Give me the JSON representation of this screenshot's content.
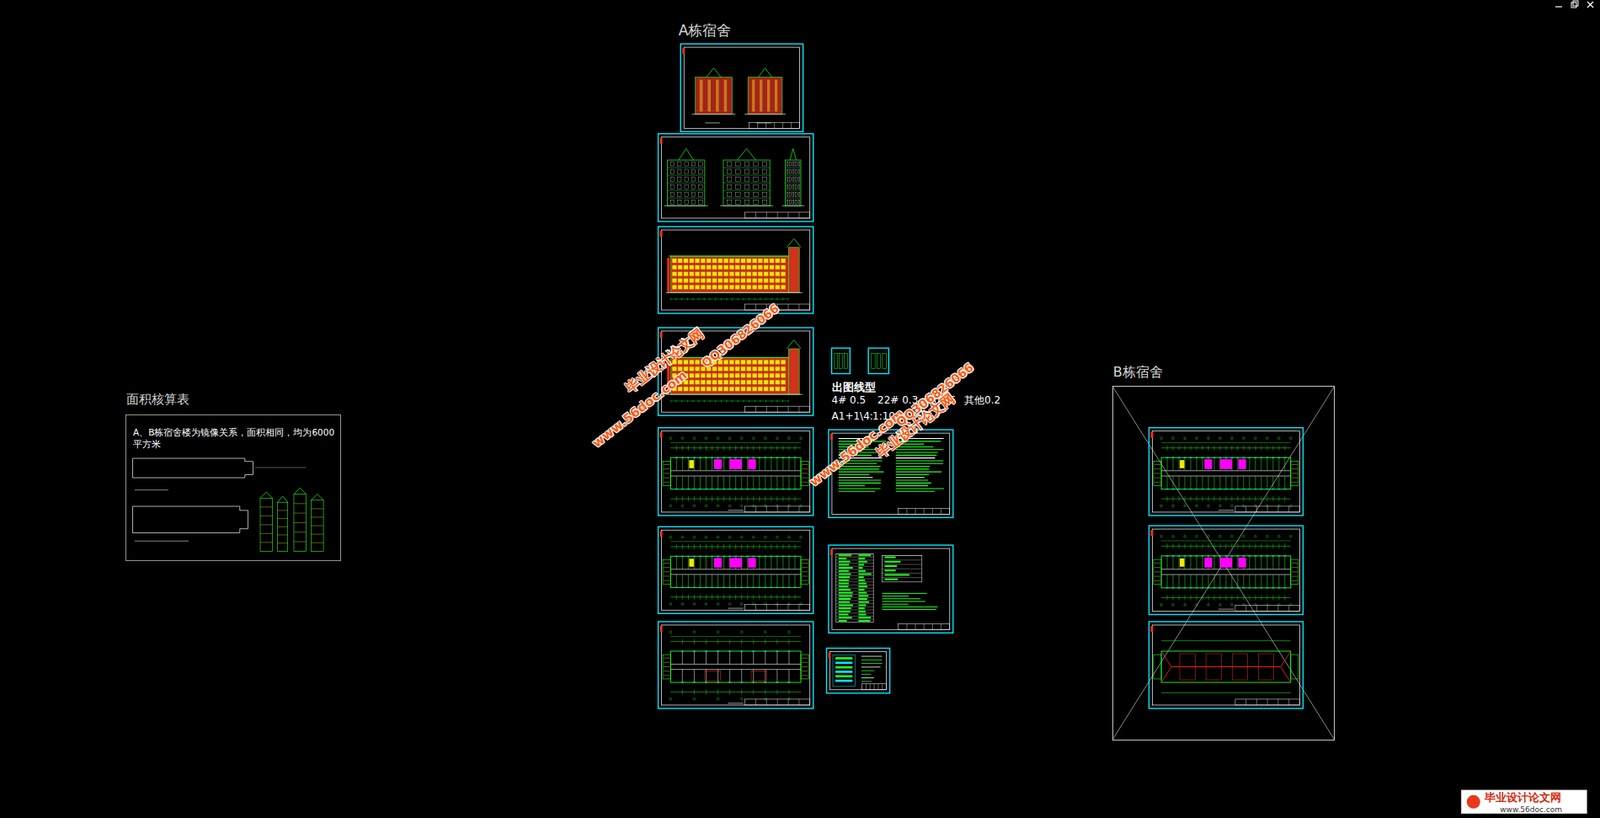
{
  "diagram": {
    "nodes": [
      {
        "text": [
          "面积核算表",
          "A、B栋宿舍楼为镜像关系，面积相同，均为6000平方米"
        ]
      },
      {
        "text": [
          "B栋宿舍"
        ]
      }
    ],
    "labels": [
      "A栋宿舍",
      "出图线型",
      "4# 0.5",
      "22# 0.3",
      "0.15",
      "其他0.2",
      "A1+1\\4:",
      "1:100",
      "毕业设计论文网",
      "www.56doc.com",
      "QQ306826066",
      "www.56doc.com",
      "QQ306826066",
      "毕业设计论文网",
      "毕业设计论文网",
      "www.56doc.com"
    ]
  }
}
